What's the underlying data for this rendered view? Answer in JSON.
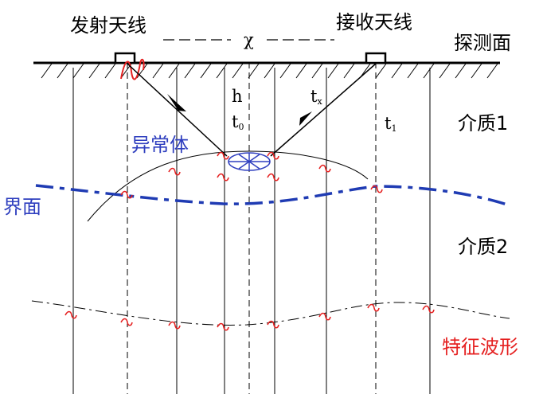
{
  "labels": {
    "transmit_antenna": "发射天线",
    "receive_antenna": "接收天线",
    "distance": "χ",
    "survey_surface": "探测面",
    "medium1": "介质1",
    "medium2": "介质2",
    "anomaly": "异常体",
    "interface": "界面",
    "characteristic_waveform": "特征波形",
    "h": "h",
    "t0_main": "t",
    "t0_sub": "0",
    "tx_main": "t",
    "tx_sub": "x",
    "t1_main": "t",
    "t1_sub": "1"
  },
  "colors": {
    "line": "#000000",
    "interface": "#1f3bb3",
    "anomaly": "#2f3fbf",
    "waveform": "#e52020"
  }
}
